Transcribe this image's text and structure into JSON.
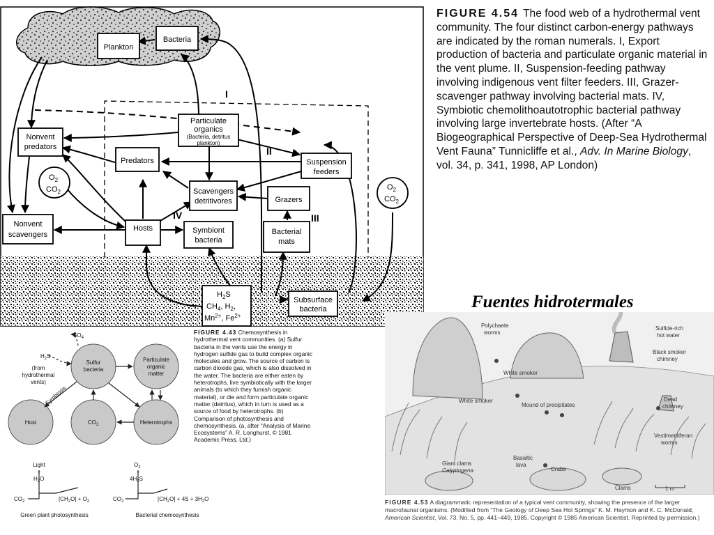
{
  "figure_454": {
    "label": "FIGURE 4.54",
    "text_1": "The food web of a hydrothermal vent community. The four distinct carbon-energy pathways are indicated by the roman numerals. I, Export production of bacteria and particulate organic material in the vent plume. II, Suspension-feeding pathway involving indigenous vent filter feeders. III, Grazer-scavenger pathway involving bacterial mats. IV, Symbiotic chemolithoautotrophic bacterial pathway involving large invertebrate hosts. (After “A Biogeographical Perspective of Deep-Sea Hydrothermal Vent Fauna” Tunnicliffe et al., ",
    "journal": "Adv. In Marine Biology",
    "text_2": ", vol. 34, p. 341, 1998, AP London)"
  },
  "foodweb": {
    "plankton": "Plankton",
    "bacteria": "Bacteria",
    "particulate_1": "Particulate",
    "particulate_2": "organics",
    "particulate_3": "(Bacteria, detritus",
    "particulate_4": "plankton)",
    "nonvent_predators_1": "Nonvent",
    "nonvent_predators_2": "predators",
    "predators": "Predators",
    "suspension_1": "Suspension",
    "suspension_2": "feeders",
    "scavengers_1": "Scavengers",
    "scavengers_2": "detritivores",
    "grazers": "Grazers",
    "nonvent_scavengers_1": "Nonvent",
    "nonvent_scavengers_2": "scavengers",
    "hosts": "Hosts",
    "symbiont_1": "Symbiont",
    "symbiont_2": "bacteria",
    "bacterial_mats_1": "Bacterial",
    "bacterial_mats_2": "mats",
    "o2": "O",
    "co2": "CO",
    "sub2": "2",
    "chem_1": "H",
    "chem_1_sub": "2",
    "chem_1_end": "S",
    "chem_2": "CH",
    "chem_2_sub": "4",
    "chem_2_mid": ", H",
    "chem_2_sub2": "2",
    "chem_2_end": ",",
    "chem_3": "Mn",
    "chem_3_sup": "2+",
    "chem_3_mid": ", Fe",
    "chem_3_sup2": "2+",
    "subsurface_1": "Subsurface",
    "subsurface_2": "bacteria",
    "numeral_1": "I",
    "numeral_2": "II",
    "numeral_3": "III",
    "numeral_4": "IV"
  },
  "fuentes_title": "Fuentes hidrotermales",
  "chemosynthesis": {
    "so4": "SO",
    "so4_sub": "4",
    "h2s": "H",
    "h2s_sub": "2",
    "h2s_end": "S",
    "from_1": "(from",
    "from_2": "hydrothermal",
    "from_3": "vents)",
    "sulfur_1": "Sulfur",
    "sulfur_2": "bacteria",
    "particulate_1": "Particulate",
    "particulate_2": "organic",
    "particulate_3": "matter",
    "symbiosis": "Symbiosis",
    "host": "Host",
    "co2": "CO",
    "co2_sub": "2",
    "heterotrophs": "Heterotrophs",
    "light": "Light",
    "plus": "+",
    "h2o": "H",
    "h2o_sub": "2",
    "h2o_end": "O",
    "gp_co2": "CO",
    "gp_product": "[CH",
    "gp_product_sub": "2",
    "gp_product_end": "O] + O",
    "gp_product_sub2": "2",
    "gp_caption": "Green plant photosynthesis",
    "bc_o2": "O",
    "bc_o2_sub": "2",
    "bc_h2s": "4H",
    "bc_h2s_sub": "2",
    "bc_h2s_end": "S",
    "bc_co2": "CO",
    "bc_product": "[CH",
    "bc_product_sub": "2",
    "bc_product_end": "O] + 4S + 3H",
    "bc_product_sub2": "2",
    "bc_product_end2": "O",
    "bc_caption": "Bacterial chemosynthesis"
  },
  "figure_443": {
    "label": "FIGURE 4.43",
    "text": "Chemosynthesis in hydrothermal vent communities. (a) Sulfur bacteria in the vents use the energy in hydrogen sulfide gas to build complex organic molecules and grow. The source of carbon is carbon dioxide gas, which is also dissolved in the water. The bacteria are either eaten by heterotrophs, live symbiotically with the larger animals (to which they furnish organic material), or die and form particulate organic matter (detritus), which in turn is used as a source of food by heterotrophs. (b) Comparison of photosynthesis and chemosynthesis. (a, after “Analysis of Marine Ecosystems” A. R. Longhurst, © 1981 Academic Press, Ltd.)"
  },
  "vent_illustration": {
    "polychaete": "Polychaete",
    "worms": "worms",
    "sulfide_rich": "Sulfide-rich",
    "hot_water": "hot water",
    "black_smoker": "Black smoker",
    "chimney": "chimney",
    "white_smoker_1": "White smoker",
    "white_smoker_2": "White smoker",
    "mound": "Mound of precipitates",
    "dead": "Dead",
    "dead_chimney": "chimney",
    "giant_clams": "Giant clams",
    "calyptogena": "Calyptogena",
    "basaltic": "Basaltic",
    "lava": "lava",
    "crabs": "Crabs",
    "vestimentiferan": "Vestimentiferan",
    "vest_worms": "worms",
    "clams": "Clams",
    "scale": "1 m"
  },
  "figure_453": {
    "label": "FIGURE 4.53",
    "text_1": "A diagrammatic representation of a typical vent community, showing the presence of the larger macrofaunal organisms. (Modified from “The Geology of Deep Sea Hot Springs” K. M. Haymon and K. C. McDonald, ",
    "journal": "American Scientist",
    "text_2": ", Vol. 73, No. 5, pp. 441–449, 1985. Copyright © 1985 American Scientist. Reprinted by permission.)"
  }
}
